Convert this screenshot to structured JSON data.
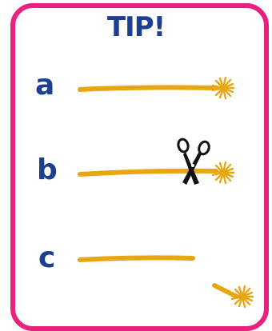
{
  "title": "TIP!",
  "steps": [
    {
      "label": "a"
    },
    {
      "label": "b"
    },
    {
      "label": "c"
    }
  ],
  "colors": {
    "border": "#e8207f",
    "text": "#1d3f8f",
    "cord": "#e8a613",
    "scissors": "#111111"
  },
  "icons": [
    "tassel-icon",
    "scissors-icon"
  ]
}
